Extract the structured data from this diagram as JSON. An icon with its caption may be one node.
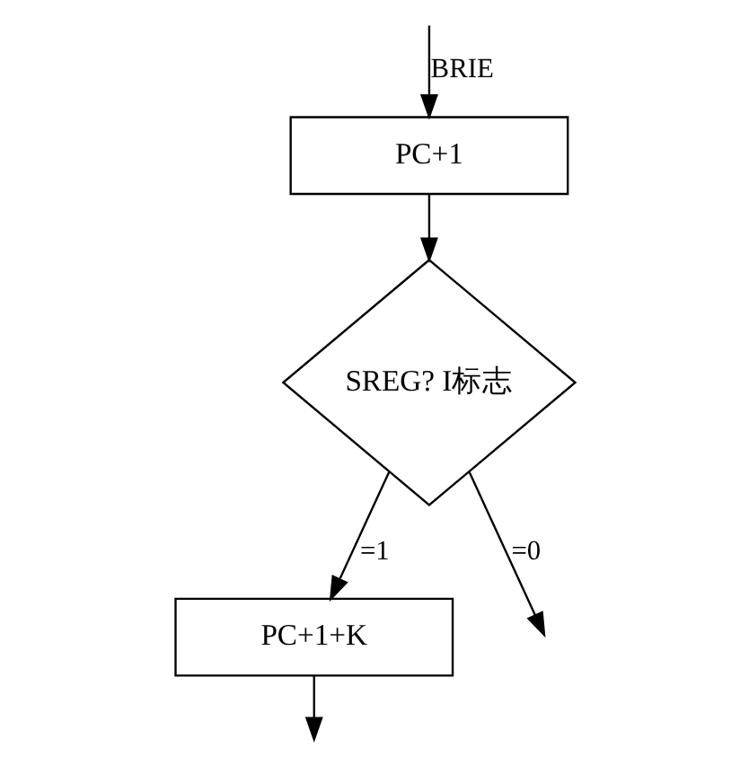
{
  "diagram": {
    "nodes": [
      {
        "text": [
          "PC+1"
        ]
      },
      {
        "text": [
          "SREG? I标志"
        ]
      },
      {
        "text": [
          "PC+1+K"
        ]
      }
    ],
    "edges": [
      {
        "from": null,
        "to": 0,
        "arrow": "to",
        "label": "BRIE"
      },
      {
        "from": 0,
        "to": 1,
        "arrow": "to"
      },
      {
        "from": 1,
        "to": 2,
        "arrow": "to",
        "label": "=1"
      },
      {
        "from": 1,
        "to": null,
        "arrow": "to",
        "label": "=0"
      },
      {
        "from": 2,
        "to": null,
        "arrow": "to"
      }
    ]
  }
}
